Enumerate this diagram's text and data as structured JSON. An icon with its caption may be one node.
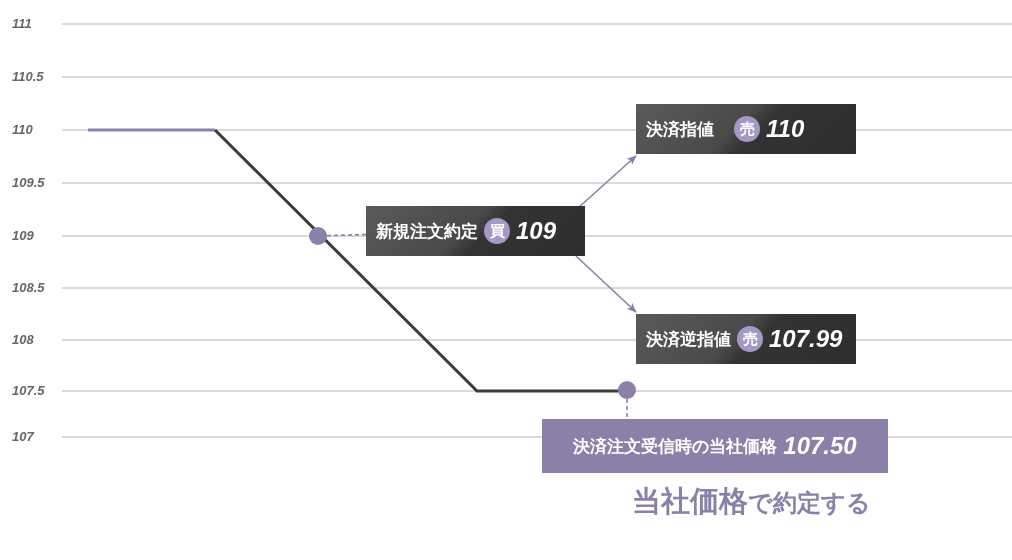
{
  "diagram": {
    "nodes": [
      {
        "text": [],
        "shape": "circle"
      },
      {
        "text": [
          "新規注文約定",
          "買",
          "109"
        ]
      },
      {
        "text": [
          "決済指値",
          "売",
          "110"
        ]
      },
      {
        "text": [
          "決済逆指値",
          "売",
          "107.99"
        ]
      },
      {
        "text": [],
        "shape": "circle"
      },
      {
        "text": [
          "決済注文受信時の当社価格",
          "107.50"
        ]
      }
    ],
    "edges": [
      {
        "from": 0,
        "to": 1,
        "arrow": "none",
        "style": "dashed"
      },
      {
        "from": 1,
        "to": 2,
        "arrow": "to"
      },
      {
        "from": 1,
        "to": 3,
        "arrow": "to"
      },
      {
        "from": 4,
        "to": 5,
        "arrow": "none",
        "style": "dashed"
      }
    ],
    "labels": [
      "111",
      "110.5",
      "110",
      "109.5",
      "109",
      "108.5",
      "108",
      "107.5",
      "107",
      "**当社価格**で約定する"
    ]
  }
}
